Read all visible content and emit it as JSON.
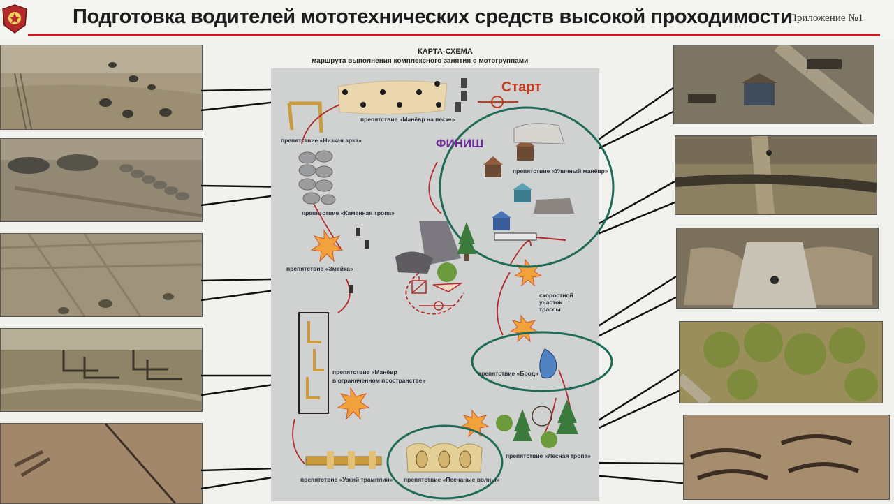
{
  "header": {
    "title": "Подготовка водителей мототехнических средств высокой проходимости",
    "appendix": "Приложение №1",
    "emblem_icon": "military-emblem-icon"
  },
  "map": {
    "title": "КАРТА-СХЕМА",
    "subtitle": "маршрута выполнения комплексного занятия с мотогруппами",
    "start_label": "Старт",
    "finish_label": "ФИНИШ",
    "speed_section": [
      "скоростной",
      "участок",
      "трассы"
    ],
    "obstacles": {
      "sand_maneuver": "препятствие «Манёвр на песке»",
      "low_arch": "препятствие «Низкая арка»",
      "stone_path": "препятствие «Каменная тропа»",
      "snake": "препятствие «Змейка»",
      "confined_maneuver_1": "препятствие «Манёвр",
      "confined_maneuver_2": "в ограниченном пространстве»",
      "narrow_ramp": "препятствие «Узкий трамплин»",
      "sand_waves": "препятствие «Песчаные волны»",
      "forest_path": "препятствие «Лесная тропа»",
      "ford": "препятствие «Брод»",
      "street_maneuver": "препятствие «Уличный манёвр»"
    }
  }
}
